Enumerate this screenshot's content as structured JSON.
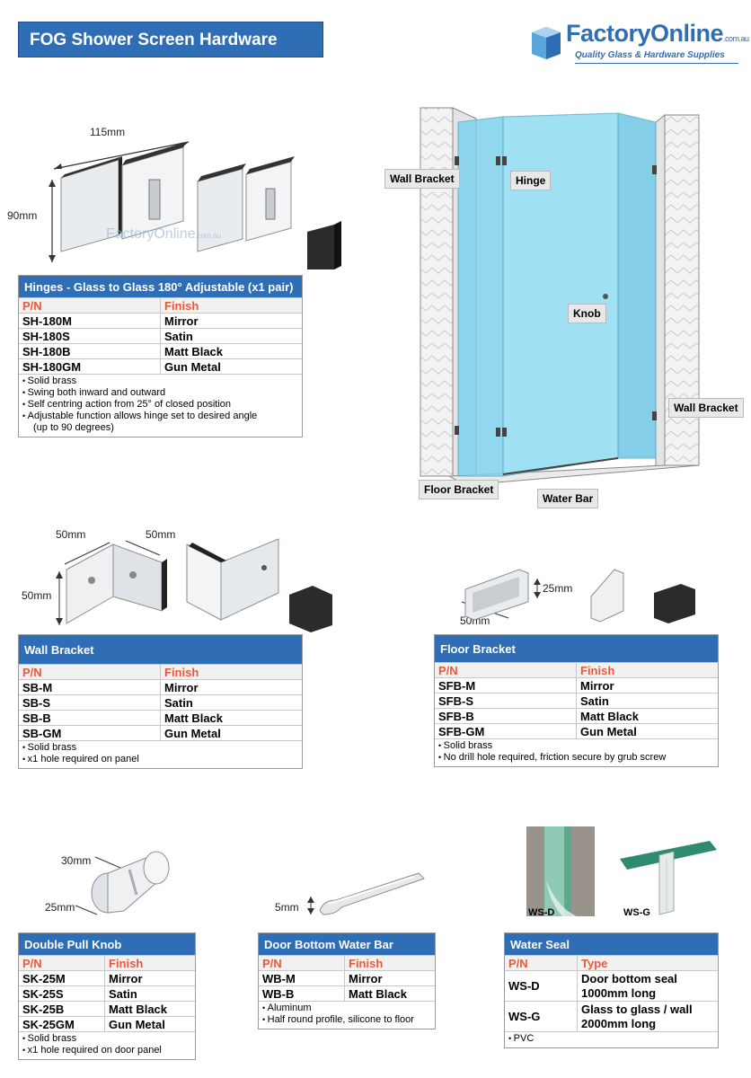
{
  "header": {
    "title": "FOG Shower  Screen Hardware",
    "logo_name": "FactoryOnline",
    "logo_tld": ".com.au",
    "logo_tagline": "Quality Glass & Hardware Supplies"
  },
  "hinges": {
    "dim_width": "115mm",
    "dim_height": "90mm",
    "watermark": "FactoryOnline",
    "watermark_tld": ".com.au",
    "title": "Hinges - Glass to Glass 180° Adjustable (x1 pair)",
    "col_pn": "P/N",
    "col_finish": "Finish",
    "rows": [
      {
        "pn": "SH-180M",
        "finish": "Mirror"
      },
      {
        "pn": "SH-180S",
        "finish": "Satin"
      },
      {
        "pn": "SH-180B",
        "finish": "Matt Black"
      },
      {
        "pn": "SH-180GM",
        "finish": "Gun Metal"
      }
    ],
    "notes": [
      "Solid brass",
      "Swing both inward and outward",
      "Self centring action from 25° of closed position",
      "Adjustable function allows hinge set to desired angle",
      "(up to 90 degrees)"
    ]
  },
  "diagram": {
    "wall_bracket_left": "Wall Bracket",
    "hinge": "Hinge",
    "knob": "Knob",
    "wall_bracket_right": "Wall Bracket",
    "floor_bracket": "Floor Bracket",
    "water_bar": "Water Bar"
  },
  "wall_bracket": {
    "dim_a": "50mm",
    "dim_b": "50mm",
    "dim_c": "50mm",
    "title": "Wall Bracket",
    "col_pn": "P/N",
    "col_finish": "Finish",
    "rows": [
      {
        "pn": "SB-M",
        "finish": "Mirror"
      },
      {
        "pn": "SB-S",
        "finish": "Satin"
      },
      {
        "pn": "SB-B",
        "finish": "Matt Black"
      },
      {
        "pn": "SB-GM",
        "finish": "Gun Metal"
      }
    ],
    "notes": [
      "Solid brass",
      "x1 hole required on panel"
    ]
  },
  "floor_bracket": {
    "dim_h": "25mm",
    "dim_w": "50mm",
    "title": "Floor Bracket",
    "col_pn": "P/N",
    "col_finish": "Finish",
    "rows": [
      {
        "pn": "SFB-M",
        "finish": "Mirror"
      },
      {
        "pn": "SFB-S",
        "finish": "Satin"
      },
      {
        "pn": "SFB-B",
        "finish": "Matt Black"
      },
      {
        "pn": "SFB-GM",
        "finish": "Gun Metal"
      }
    ],
    "notes": [
      "Solid brass",
      "No drill hole required, friction secure by grub screw"
    ]
  },
  "knob": {
    "dim_a": "30mm",
    "dim_b": "25mm",
    "title": "Double Pull Knob",
    "col_pn": "P/N",
    "col_finish": "Finish",
    "rows": [
      {
        "pn": "SK-25M",
        "finish": "Mirror"
      },
      {
        "pn": "SK-25S",
        "finish": "Satin"
      },
      {
        "pn": "SK-25B",
        "finish": "Matt Black"
      },
      {
        "pn": "SK-25GM",
        "finish": "Gun Metal"
      }
    ],
    "notes": [
      "Solid brass",
      "x1 hole required on door panel"
    ]
  },
  "water_bar": {
    "dim": "5mm",
    "title": "Door Bottom Water Bar",
    "col_pn": "P/N",
    "col_finish": "Finish",
    "rows": [
      {
        "pn": "WB-M",
        "finish": "Mirror"
      },
      {
        "pn": "WB-B",
        "finish": "Matt Black"
      }
    ],
    "notes": [
      "Aluminum",
      "Half round profile, silicone to floor"
    ]
  },
  "water_seal": {
    "img_label_d": "WS-D",
    "img_label_g": "WS-G",
    "title": "Water Seal",
    "col_pn": "P/N",
    "col_type": "Type",
    "rows": [
      {
        "pn": "WS-D",
        "type_1": "Door bottom seal",
        "type_2": "1000mm long"
      },
      {
        "pn": "WS-G",
        "type_1": "Glass to glass / wall",
        "type_2": "2000mm long"
      }
    ],
    "notes": [
      "PVC"
    ]
  },
  "colors": {
    "brand_blue": "#2f6db5",
    "header_red": "#e8593b",
    "glass_cyan": "#7fd3ee"
  }
}
